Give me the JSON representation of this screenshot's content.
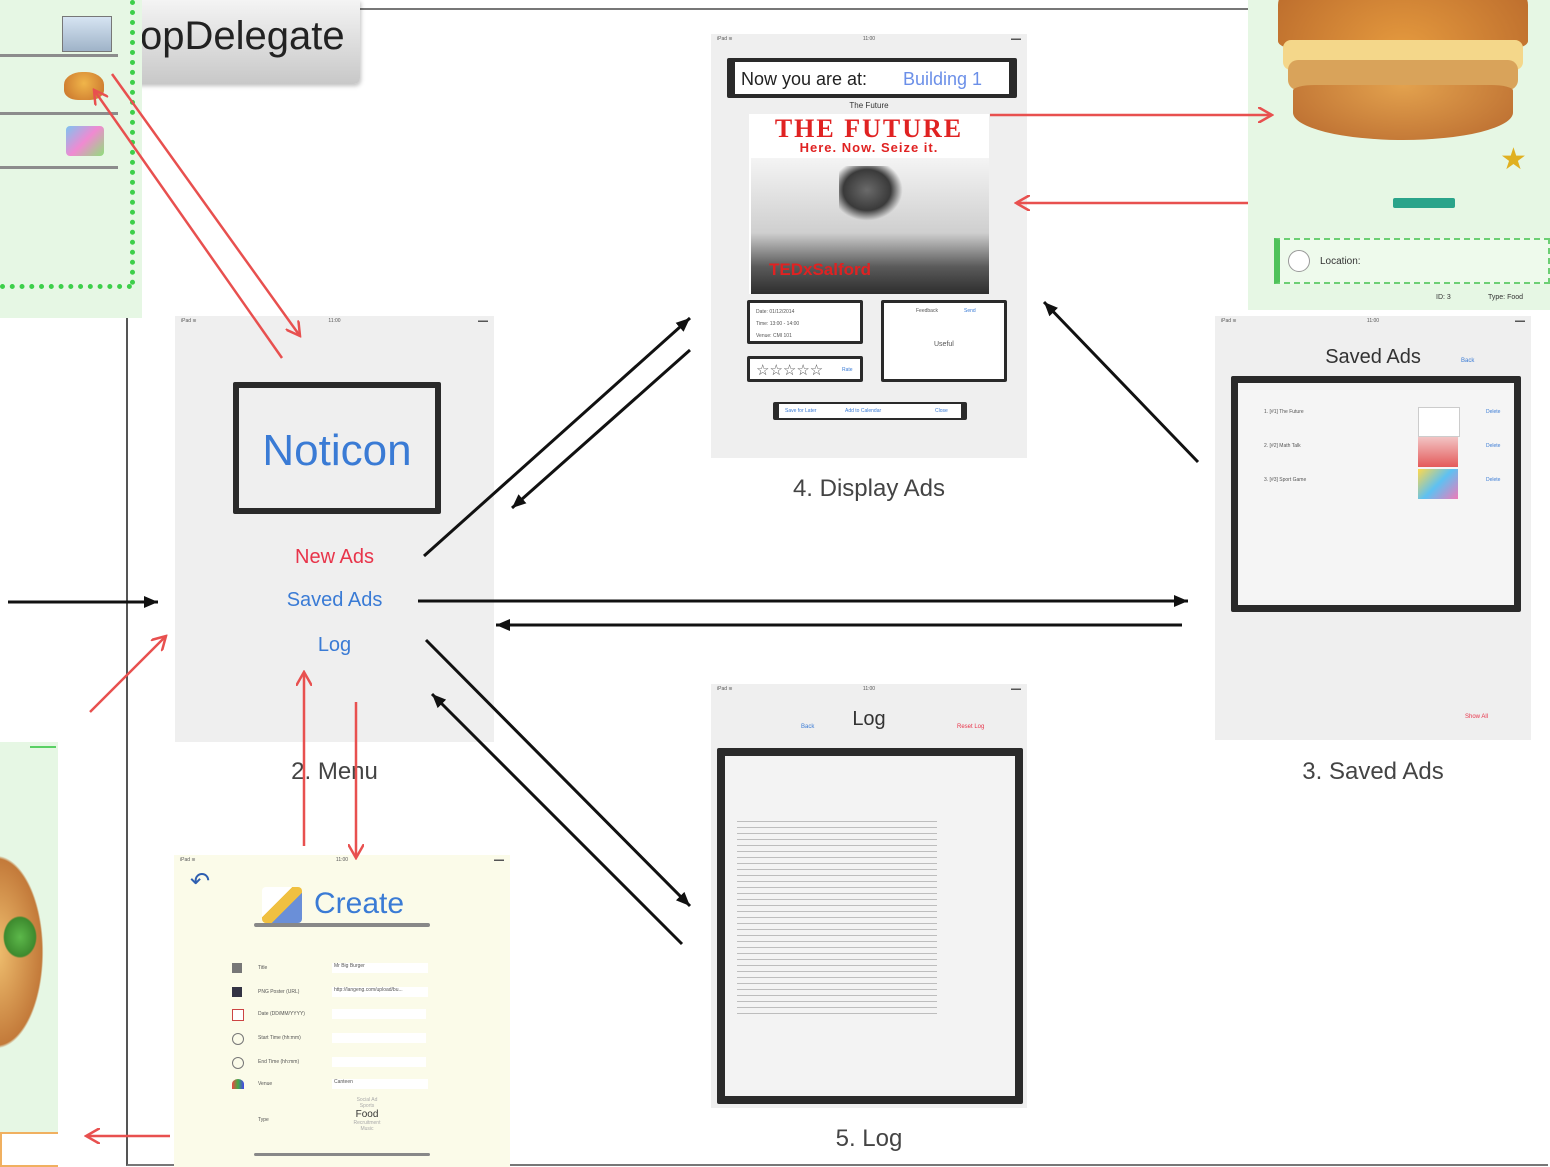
{
  "app_delegate": {
    "label": "opDelegate"
  },
  "captions": {
    "menu": "2. Menu",
    "display": "4. Display Ads",
    "saved": "3. Saved Ads",
    "log": "5. Log"
  },
  "menu_screen": {
    "logo": "Noticon",
    "new_ads": "New Ads",
    "saved_ads": "Saved Ads",
    "log": "Log"
  },
  "display_screen": {
    "location_prefix": "Now you are at:",
    "location_value": "Building 1",
    "ad_title": "The Future",
    "poster_headline": "THE FUTURE",
    "poster_tagline": "Here. Now. Seize it.",
    "poster_brand": "TEDxSalford",
    "feedback_label": "Feedback",
    "feedback_send": "Send",
    "feedback_option": "Useful",
    "rating": "☆☆☆☆☆",
    "actions": [
      "Save for Later",
      "Add to Calendar",
      "Close"
    ]
  },
  "saved_screen": {
    "title": "Saved Ads",
    "top_right": "Back",
    "items": [
      "1. [#1] The Future",
      "2. [#2] Math Talk",
      "3. [#3] Sport Game"
    ],
    "delete_label": "Delete",
    "bottom": "Show All"
  },
  "log_screen": {
    "title": "Log",
    "left": "Back",
    "right": "Reset Log"
  },
  "create_screen": {
    "title": "Create",
    "fields": [
      {
        "label": "Title",
        "value": "Mr Big Burger"
      },
      {
        "label": "PNG Poster (URL)",
        "value": "http://langeng.com/upload/bu..."
      },
      {
        "label": "Date (DD/MM/YYYY)",
        "value": ""
      },
      {
        "label": "Start Time (hh:mm)",
        "value": ""
      },
      {
        "label": "End Time (hh:mm)",
        "value": ""
      },
      {
        "label": "Venue",
        "value": "Canteen"
      },
      {
        "label": "Type",
        "value": "Food"
      }
    ],
    "type_options": [
      "Social Ad",
      "Sports",
      "Food",
      "Recruitment",
      "Music"
    ]
  },
  "burger_panel": {
    "location_label": "Location:",
    "id_label": "ID: 3",
    "type_label": "Type: Food"
  },
  "colors": {
    "red_arrow": "#e8504f",
    "black_arrow": "#111111",
    "link_blue": "#3a7bd5",
    "new_ads_red": "#e8344a",
    "screen_bg": "#efefef",
    "green_panel": "#e6f7e4"
  }
}
